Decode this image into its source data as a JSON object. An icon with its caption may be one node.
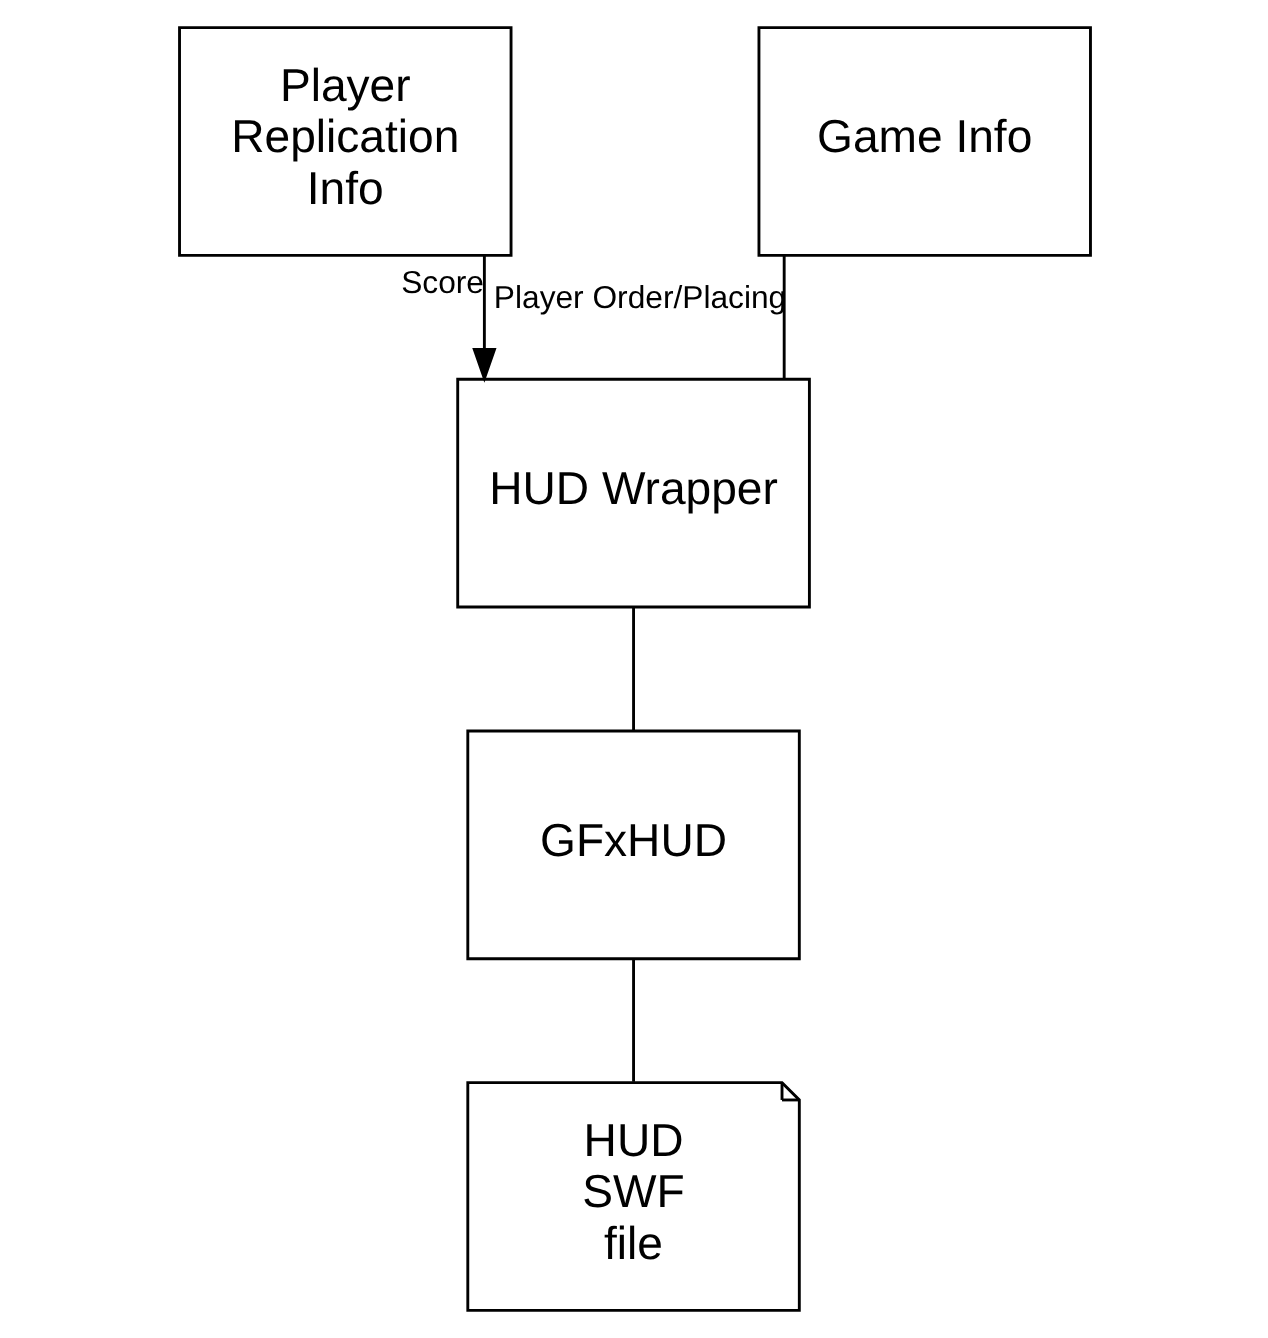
{
  "diagram": {
    "nodes": [
      {
        "text": [
          "Player Replication Info"
        ]
      },
      {
        "text": [
          "Game Info"
        ]
      },
      {
        "text": [
          "HUD Wrapper"
        ]
      },
      {
        "text": [
          "GFxHUD"
        ]
      },
      {
        "text": [
          "HUD SWF file"
        ]
      }
    ],
    "edges": [
      {
        "from": 0,
        "to": 2,
        "arrow": "to",
        "label": "Score"
      },
      {
        "from": 1,
        "to": 2,
        "arrow": "none",
        "label": "Player Order/Placing"
      },
      {
        "from": 2,
        "to": 3,
        "arrow": "none"
      },
      {
        "from": 3,
        "to": 4,
        "arrow": "none"
      }
    ]
  }
}
